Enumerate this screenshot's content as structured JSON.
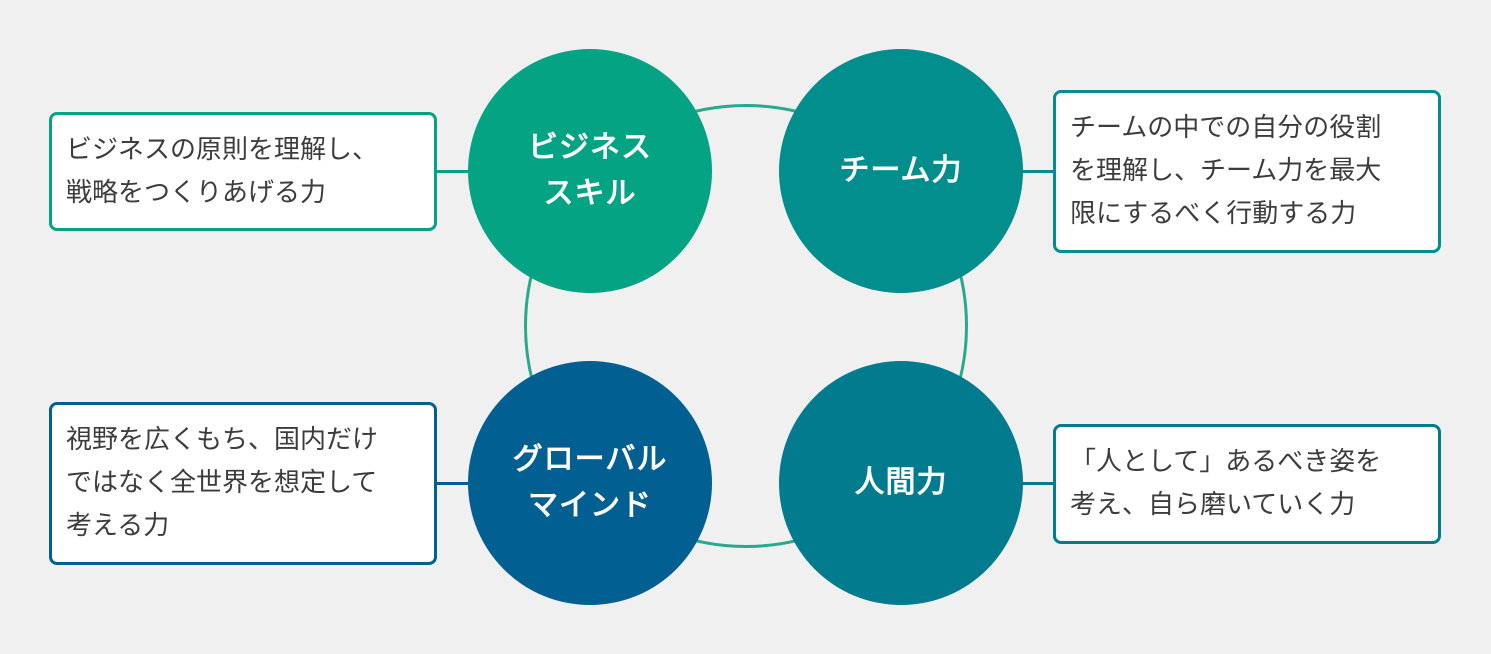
{
  "colors": {
    "background": "#f0f0f0",
    "ring": "#27a98d",
    "business": "#03a383",
    "team": "#018e8c",
    "global": "#015f92",
    "human": "#037b8f"
  },
  "circles": {
    "business": {
      "label": "ビジネス\nスキル"
    },
    "team": {
      "label": "チーム力"
    },
    "global": {
      "label": "グローバル\nマインド"
    },
    "human": {
      "label": "人間力"
    }
  },
  "descriptions": {
    "business": {
      "lines": [
        "ビジネスの原則を理解し、",
        "戦略をつくりあげる力"
      ]
    },
    "team": {
      "lines": [
        "チームの中での自分の役割",
        "を理解し、チーム力を最大",
        "限にするべく行動する力"
      ]
    },
    "global": {
      "lines": [
        "視野を広くもち、国内だけ",
        "ではなく全世界を想定して",
        "考える力"
      ]
    },
    "human": {
      "lines": [
        "「人として」あるべき姿を",
        "考え、自ら磨いていく力"
      ]
    }
  }
}
